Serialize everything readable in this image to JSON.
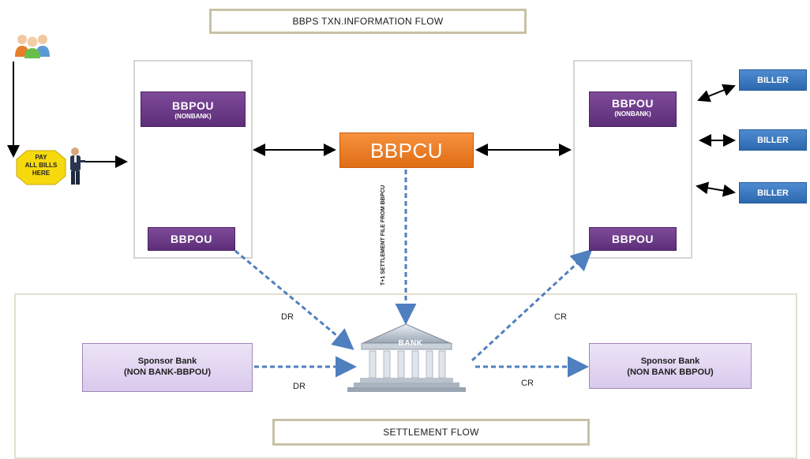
{
  "diagram": {
    "title_top": "BBPS TXN.INFORMATION FLOW",
    "title_bottom": "SETTLEMENT FLOW",
    "left_panel": {
      "top_node": {
        "label": "BBPOU",
        "sub": "(NONBANK)"
      },
      "bottom_node": {
        "label": "BBPOU"
      }
    },
    "right_panel": {
      "top_node": {
        "label": "BBPOU",
        "sub": "(NONBANK)"
      },
      "bottom_node": {
        "label": "BBPOU"
      }
    },
    "center_node": "BBPCU",
    "billers": [
      "BILLER",
      "BILLER",
      "BILLER"
    ],
    "pay_sign": {
      "line1": "PAY",
      "line2": "ALL BILLS",
      "line3": "HERE"
    },
    "settlement_note": "T+1 SETTLEMENT FILE FROM BBPCU",
    "bank_label": "BANK",
    "flow_labels": {
      "dr_upper": "DR",
      "dr_lower": "DR",
      "cr_upper": "CR",
      "cr_lower": "CR"
    },
    "sponsor_left": {
      "line1": "Sponsor Bank",
      "line2": "(NON BANK-BBPOU)"
    },
    "sponsor_right": {
      "line1": "Sponsor Bank",
      "line2": "(NON BANK BBPOU)"
    },
    "colors": {
      "purple": "#6a3a86",
      "orange": "#f07f24",
      "blue": "#3a78c0",
      "lavender": "#e3d6f1",
      "dashed_arrow": "#4f7fbf"
    }
  }
}
